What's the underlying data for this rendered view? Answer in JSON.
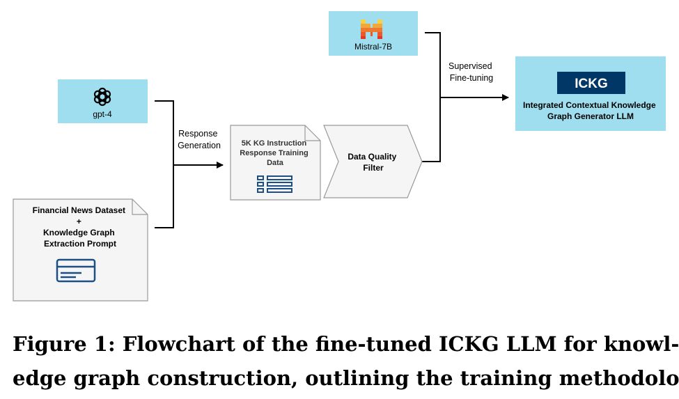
{
  "nodes": {
    "gpt4": {
      "label": "gpt-4",
      "icon": "openai-logo-icon"
    },
    "mistral": {
      "label": "Mistral-7B",
      "icon": "mistral-logo-icon"
    },
    "dataset": {
      "lines": [
        "Financial News Dataset",
        "+",
        "Knowledge Graph",
        "Extraction Prompt"
      ],
      "icon": "card-document-icon"
    },
    "training_data": {
      "lines": [
        "5K KG Instruction",
        "Response Training",
        "Data"
      ],
      "icon": "list-document-icon"
    },
    "filter": {
      "lines": [
        "Data Quality",
        "Filter"
      ]
    },
    "ickg": {
      "badge": "ICKG",
      "lines": [
        "Integrated Contextual Knowledge",
        "Graph Generator LLM"
      ]
    }
  },
  "edge_labels": {
    "response_generation": [
      "Response",
      "Generation"
    ],
    "supervised_finetuning": [
      "Supervised",
      "Fine-tuning"
    ]
  },
  "caption": {
    "line1": "Figure 1: Flowchart of the fine-tuned ICKG LLM for knowl-",
    "line2": "edge graph construction, outlining the training methodology."
  },
  "colors": {
    "model_box": "#9edeee",
    "document_fill": "#f5f5f5",
    "document_stroke": "#999999",
    "badge": "#003767",
    "icon_blue": "#1b4f86",
    "line": "#000000"
  }
}
